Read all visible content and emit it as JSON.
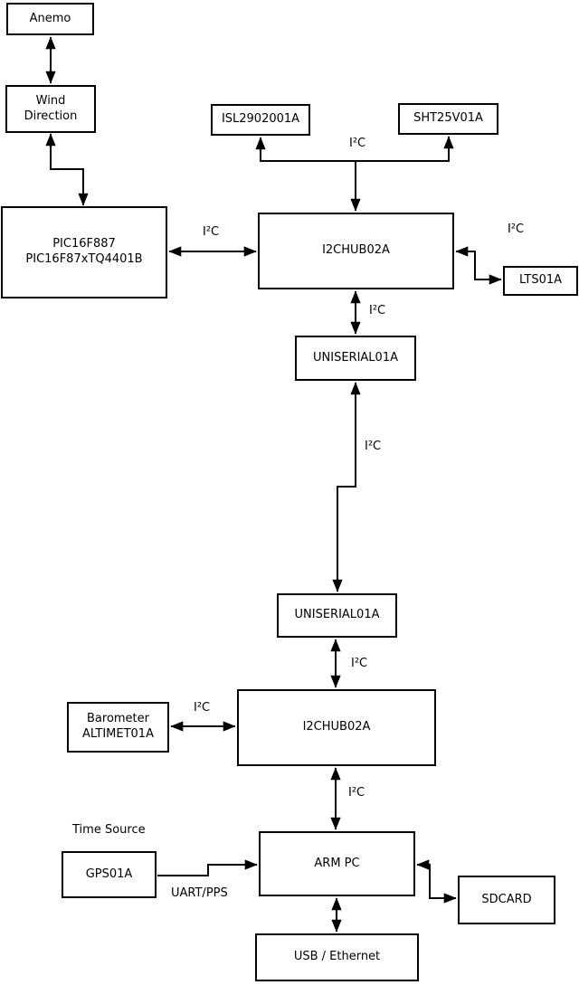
{
  "diagram": {
    "nodes": {
      "anemo": {
        "label": "Anemo"
      },
      "wind_direction": {
        "label": "Wind\nDirection"
      },
      "pic": {
        "label": "PIC16F887\nPIC16F87xTQ4401B"
      },
      "isl": {
        "label": "ISL2902001A"
      },
      "sht": {
        "label": "SHT25V01A"
      },
      "hub_upper": {
        "label": "I2CHUB02A"
      },
      "lts": {
        "label": "LTS01A"
      },
      "uniserial_upper": {
        "label": "UNISERIAL01A"
      },
      "uniserial_lower": {
        "label": "UNISERIAL01A"
      },
      "hub_lower": {
        "label": "I2CHUB02A"
      },
      "barometer": {
        "label": "Barometer\nALTIMET01A"
      },
      "gps": {
        "label": "GPS01A"
      },
      "arm_pc": {
        "label": "ARM PC"
      },
      "sdcard": {
        "label": "SDCARD"
      },
      "usb_ethernet": {
        "label": "USB / Ethernet"
      }
    },
    "labels": {
      "i2c": "I²C",
      "uart_pps": "UART/PPS",
      "time_source": "Time Source"
    },
    "connections": [
      {
        "from": "Anemo",
        "to": "Wind Direction",
        "style": "bidirectional"
      },
      {
        "from": "Wind Direction",
        "to": "PIC16F887 PIC16F87xTQ4401B",
        "style": "bidirectional"
      },
      {
        "from": "PIC16F887 PIC16F87xTQ4401B",
        "to": "I2CHUB02A (upper)",
        "label": "I²C",
        "style": "bidirectional"
      },
      {
        "from": "I2CHUB02A (upper)",
        "to": "ISL2902001A",
        "label": "I²C",
        "style": "bus-branch"
      },
      {
        "from": "I2CHUB02A (upper)",
        "to": "SHT25V01A",
        "label": "I²C",
        "style": "bus-branch"
      },
      {
        "from": "I2CHUB02A (upper)",
        "to": "LTS01A",
        "label": "I²C",
        "style": "bidirectional"
      },
      {
        "from": "I2CHUB02A (upper)",
        "to": "UNISERIAL01A (upper)",
        "label": "I²C",
        "style": "bidirectional"
      },
      {
        "from": "UNISERIAL01A (upper)",
        "to": "UNISERIAL01A (lower)",
        "label": "I²C",
        "style": "bidirectional"
      },
      {
        "from": "UNISERIAL01A (lower)",
        "to": "I2CHUB02A (lower)",
        "label": "I²C",
        "style": "bidirectional"
      },
      {
        "from": "Barometer ALTIMET01A",
        "to": "I2CHUB02A (lower)",
        "label": "I²C",
        "style": "bidirectional"
      },
      {
        "from": "I2CHUB02A (lower)",
        "to": "ARM PC",
        "label": "I²C",
        "style": "bidirectional"
      },
      {
        "from": "GPS01A",
        "to": "ARM PC",
        "label": "UART/PPS",
        "style": "one-way"
      },
      {
        "from": "ARM PC",
        "to": "SDCARD",
        "style": "bidirectional"
      },
      {
        "from": "ARM PC",
        "to": "USB / Ethernet",
        "style": "bidirectional"
      }
    ],
    "colors": {
      "background": "#ffffff",
      "box_fill": "#ffffff",
      "box_border": "#000000",
      "line": "#000000",
      "text": "#000000"
    }
  }
}
